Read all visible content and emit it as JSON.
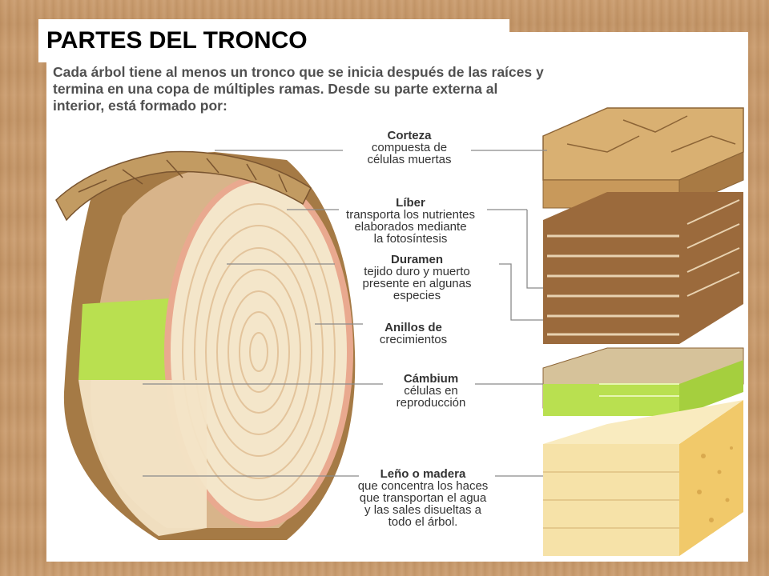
{
  "title": "PARTES DEL TRONCO",
  "intro": "Cada árbol tiene al menos un tronco que se inicia después de las raíces y termina en una copa de múltiples ramas. Desde su parte externa al interior, está formado por:",
  "labels": {
    "corteza": {
      "title": "Corteza",
      "desc": "compuesta de\ncélulas muertas"
    },
    "liber": {
      "title": "Líber",
      "desc": "transporta los nutrientes\nelaborados mediante\nla fotosíntesis"
    },
    "duramen": {
      "title": "Duramen",
      "desc": "tejido duro y muerto\npresente en algunas\nespecies"
    },
    "anillos": {
      "title": "Anillos de",
      "desc": "crecimientos"
    },
    "cambium": {
      "title": "Cámbium",
      "desc": "células en\nreproducción"
    },
    "leno": {
      "title": "Leño o madera",
      "desc": "que concentra los haces\nque transportan el agua\ny las sales disueltas a\ntodo el árbol."
    }
  },
  "colors": {
    "bark": "#b7884e",
    "phloem": "#d8b48a",
    "cambium": "#b9e050",
    "sapwood": "#f3e4c6",
    "heartwood": "#f1ddb8",
    "ring": "#e8c9a0",
    "leader": "#8a8a8a"
  }
}
